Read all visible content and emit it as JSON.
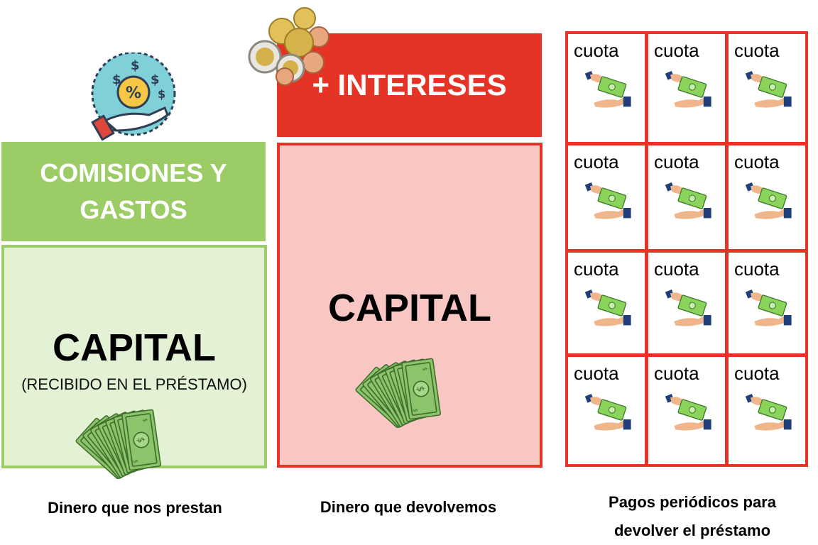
{
  "column_received": {
    "fees_line1": "COMISIONES Y",
    "fees_line2": "GASTOS",
    "capital_title": "CAPITAL",
    "capital_subtitle": "(RECIBIDO EN EL PRÉSTAMO)",
    "caption": "Dinero que nos prestan"
  },
  "column_returned": {
    "interest_label": "+ INTERESES",
    "capital_title": "CAPITAL",
    "caption": "Dinero que devolvemos"
  },
  "column_installments": {
    "cells": [
      {
        "label": "cuota"
      },
      {
        "label": "cuota"
      },
      {
        "label": "cuota"
      },
      {
        "label": "cuota"
      },
      {
        "label": "cuota"
      },
      {
        "label": "cuota"
      },
      {
        "label": "cuota"
      },
      {
        "label": "cuota"
      },
      {
        "label": "cuota"
      },
      {
        "label": "cuota"
      },
      {
        "label": "cuota"
      },
      {
        "label": "cuota"
      }
    ],
    "caption_line1": "Pagos periódicos para",
    "caption_line2": "devolver el préstamo"
  },
  "icons": {
    "money_hand": "hand-percent-coin-icon",
    "coins": "coins-icon",
    "bills": "banknotes-fan-icon",
    "payment": "hand-giving-money-icon"
  },
  "colors": {
    "green": "#9ccc65",
    "green_light": "#e3f1d5",
    "red": "#e53325",
    "red_light": "#f8c7c4"
  }
}
